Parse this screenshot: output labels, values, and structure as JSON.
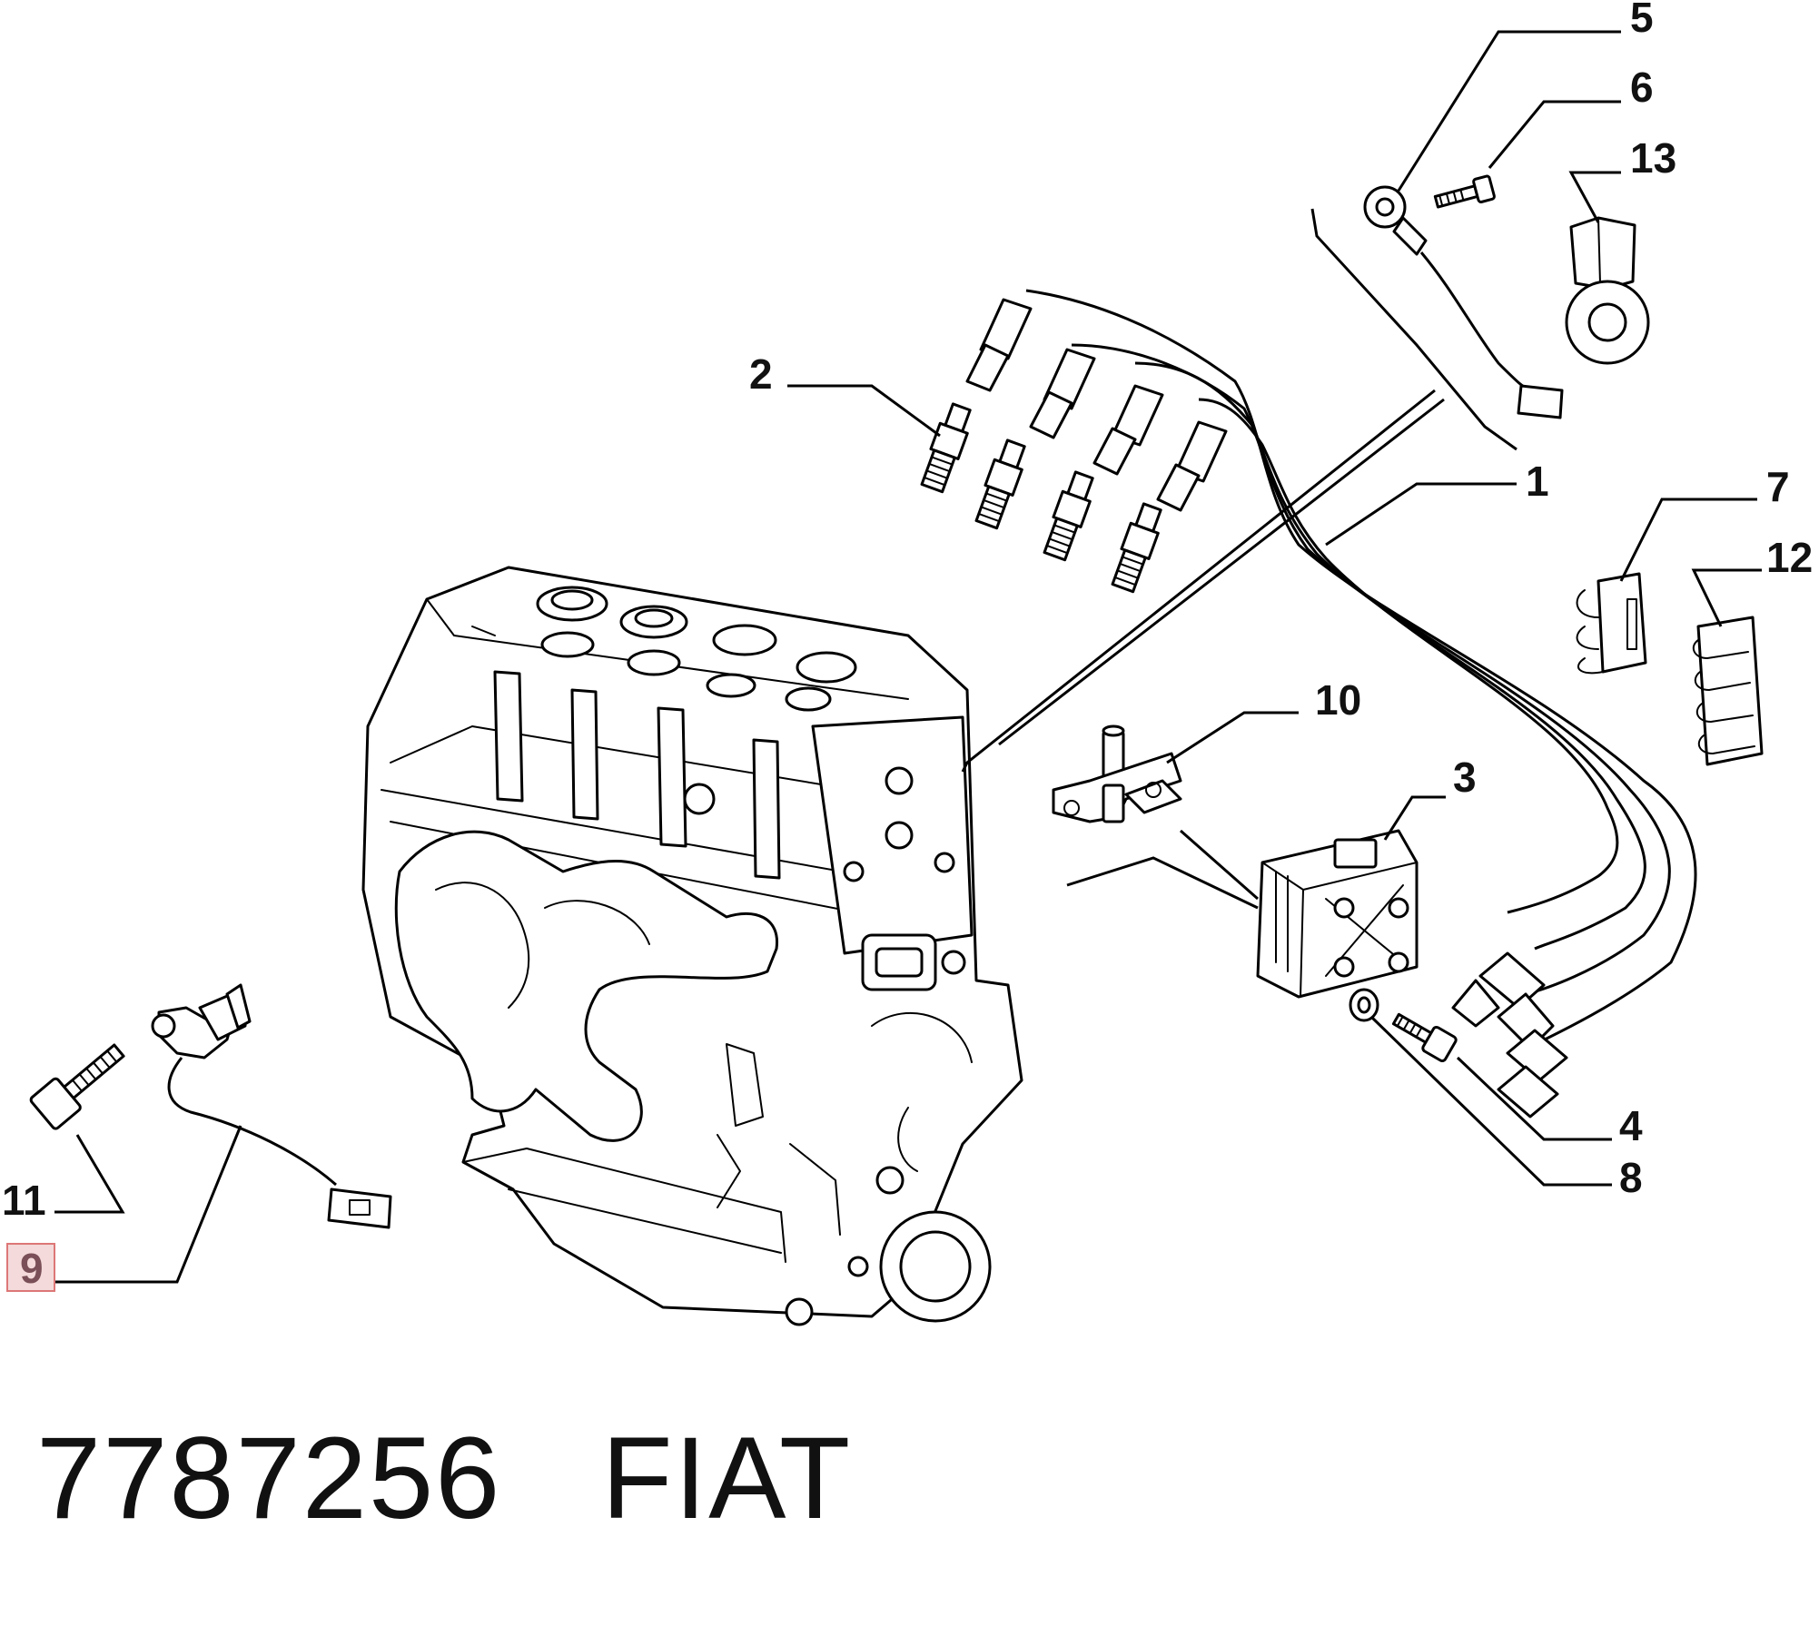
{
  "diagram": {
    "callouts": [
      {
        "id": "1",
        "label": "1"
      },
      {
        "id": "2",
        "label": "2"
      },
      {
        "id": "3",
        "label": "3"
      },
      {
        "id": "4",
        "label": "4"
      },
      {
        "id": "5",
        "label": "5"
      },
      {
        "id": "6",
        "label": "6"
      },
      {
        "id": "7",
        "label": "7"
      },
      {
        "id": "8",
        "label": "8"
      },
      {
        "id": "9",
        "label": "9",
        "highlighted": true
      },
      {
        "id": "10",
        "label": "10"
      },
      {
        "id": "11",
        "label": "11"
      },
      {
        "id": "12",
        "label": "12"
      },
      {
        "id": "13",
        "label": "13"
      }
    ],
    "highlight_color": "#f4dada"
  },
  "footer": {
    "part_number": "7787256",
    "brand": "FIAT"
  }
}
